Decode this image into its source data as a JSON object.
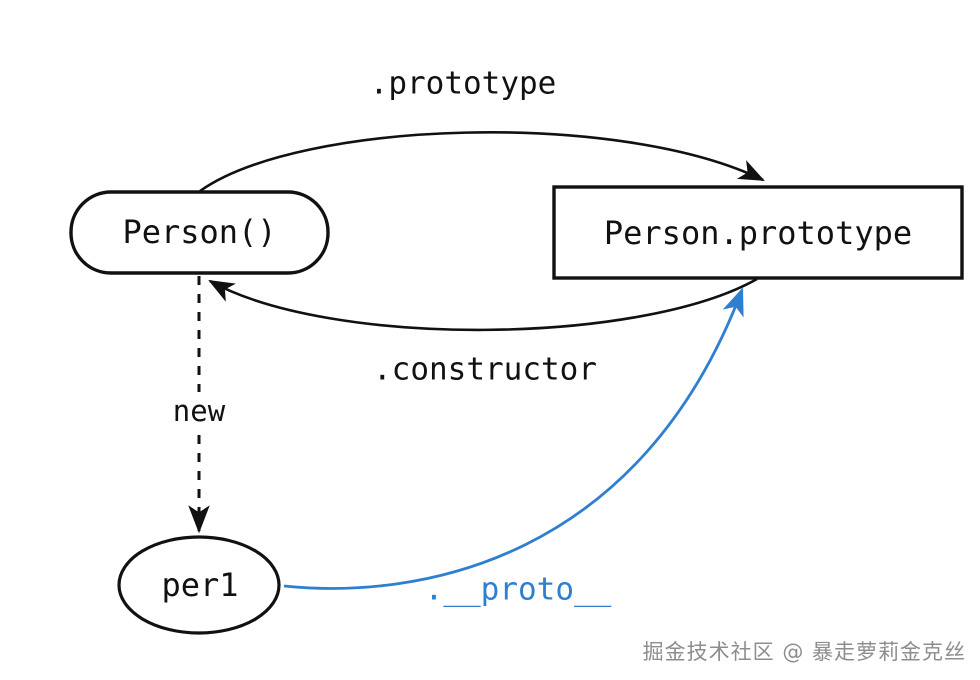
{
  "diagram": {
    "title": "JavaScript prototype chain diagram",
    "background": "#ffffff",
    "ink_color": "#111111",
    "accent_color": "#2f7fd0",
    "nodes": [
      {
        "id": "person-fn",
        "label": "Person()",
        "shape": "rounded-rect"
      },
      {
        "id": "person-prototype",
        "label": "Person.prototype",
        "shape": "rect"
      },
      {
        "id": "per1",
        "label": "per1",
        "shape": "ellipse"
      }
    ],
    "edges": [
      {
        "id": "prototype",
        "label": ".prototype",
        "from": "person-fn",
        "to": "person-prototype",
        "style": "solid-curve",
        "color": "#111111"
      },
      {
        "id": "constructor",
        "label": ".constructor",
        "from": "person-prototype",
        "to": "person-fn",
        "style": "solid-curve",
        "color": "#111111"
      },
      {
        "id": "new",
        "label": "new",
        "from": "person-fn",
        "to": "per1",
        "style": "dashed",
        "color": "#111111"
      },
      {
        "id": "proto",
        "label": ".__proto__",
        "from": "per1",
        "to": "person-prototype",
        "style": "solid-curve",
        "color": "#2f7fd0"
      }
    ]
  },
  "watermark": {
    "text": "掘金技术社区 @ 暴走萝莉金克丝"
  }
}
